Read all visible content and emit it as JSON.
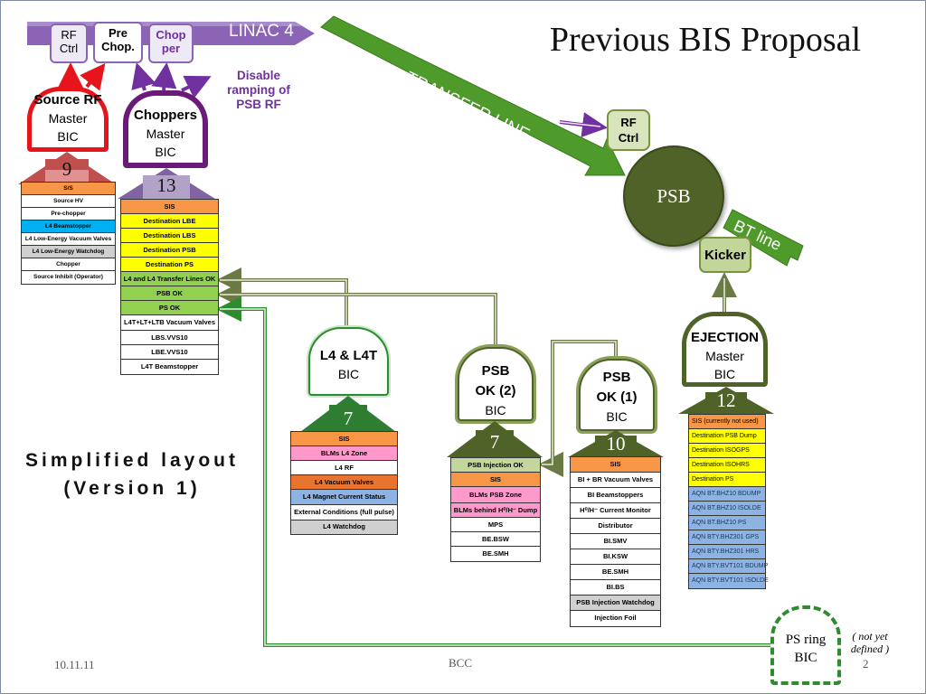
{
  "title": "Previous BIS Proposal",
  "linac_label": "LINAC 4",
  "top_pills": {
    "rf_ctrl": "RF\nCtrl",
    "pre_chop": "Pre\nChop.",
    "chopper": "Chop\nper"
  },
  "disable_note": "Disable ramping of PSB RF",
  "transfer_line": "TRANSFER LINE",
  "bt_line": "BT line",
  "psb_label": "PSB",
  "kicker_label": "Kicker",
  "psb_rf_ctrl": "RF\nCtrl",
  "source_rf": {
    "name": "Source RF",
    "line2": "Master",
    "line3": "BIC",
    "number": "9",
    "rows": [
      "S/S",
      "Source HV",
      "Pre-chopper",
      "L4 Beamstopper",
      "L4 Low-Energy Vacuum Valves",
      "L4 Low-Energy Watchdog",
      "Chopper",
      "Source Inhibit (Operator)"
    ]
  },
  "choppers": {
    "name": "Choppers",
    "line2": "Master",
    "line3": "BIC",
    "number": "13",
    "rows": [
      "SIS",
      "Destination LBE",
      "Destination LBS",
      "Destination PSB",
      "Destination PS",
      "L4 and L4 Transfer Lines OK",
      "PSB OK",
      "PS OK",
      "L4T+LT+LTB Vacuum Valves",
      "LBS.VVS10",
      "LBE.VVS10",
      "L4T Beamstopper"
    ]
  },
  "l4_l4t": {
    "name": "L4 & L4T",
    "line2": "BIC",
    "number": "7",
    "rows": [
      "SIS",
      "BLMs L4 Zone",
      "L4 RF",
      "L4 Vacuum Valves",
      "L4 Magnet Current Status",
      "External Conditions (full pulse)",
      "L4 Watchdog"
    ]
  },
  "psb_ok2": {
    "name": "PSB\nOK (2)",
    "line2": "BIC",
    "number": "7",
    "rows": [
      "PSB Injection OK",
      "SIS",
      "BLMs PSB Zone",
      "BLMs behind H⁰/H⁻ Dump",
      "MPS",
      "BE.BSW",
      "BE.SMH"
    ]
  },
  "psb_ok1": {
    "name": "PSB\nOK (1)",
    "line2": "BIC",
    "number": "10",
    "rows": [
      "SIS",
      "BI + BR Vacuum Valves",
      "BI Beamstoppers",
      "H⁰/H⁻ Current Monitor",
      "Distributor",
      "BI.SMV",
      "BI.KSW",
      "BE.SMH",
      "BI.BS",
      "PSB Injection Watchdog",
      "Injection Foil"
    ]
  },
  "ejection": {
    "name": "EJECTION",
    "line2": "Master",
    "line3": "BIC",
    "number": "12",
    "rows": [
      "SIS (currently not used)",
      "Destination PSB Dump",
      "Destination ISOGPS",
      "Destination ISOHRS",
      "Destination PS",
      "AQN BT.BHZ10 BDUMP",
      "AQN BT.BHZ10 ISOLDE",
      "AQN BT.BHZ10 PS",
      "AQN BTY.BHZ301 GPS",
      "AQN BTY.BHZ301 HRS",
      "AQN BTY.BVT101 BDUMP",
      "AQN BTY.BVT101 ISOLDE"
    ]
  },
  "simplified": {
    "line1": "Simplified layout",
    "line2": "(Version 1)"
  },
  "ps_ring": {
    "line1": "PS ring",
    "line2": "BIC"
  },
  "not_yet": "( not yet defined )",
  "footer": {
    "date": "10.11.11",
    "center": "BCC",
    "page": "2"
  },
  "colors": {
    "linac_purple": "#8b64b5",
    "green_dark": "#4f6228",
    "green_bright": "#2e8b2e",
    "red": "#e8141b",
    "purple": "#6a1b7a",
    "orange": "#f79646",
    "yellow": "#ffff00",
    "light_green": "#92d050",
    "pink": "#ff99cc",
    "blue": "#8db3e2",
    "cyan": "#00b0f0"
  }
}
